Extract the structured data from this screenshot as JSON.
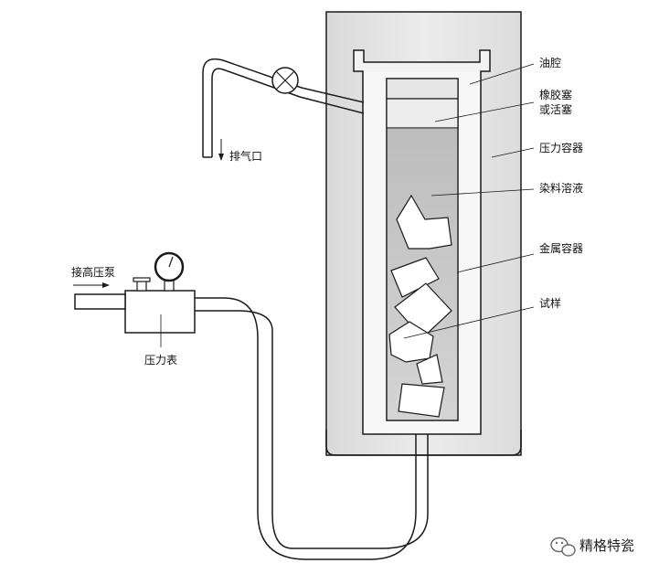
{
  "labels": {
    "exhaust": "排气口",
    "oil_cavity": "油腔",
    "rubber_plug_line1": "橡胶塞",
    "rubber_plug_line2": "或活塞",
    "pressure_vessel": "压力容器",
    "dye_solution": "染料溶液",
    "metal_container": "金属容器",
    "specimen": "试样",
    "to_pump": "接高压泵",
    "pressure_gauge": "压力表"
  },
  "watermark": {
    "icon": "wechat-icon",
    "text": "精格特瓷"
  },
  "colors": {
    "line": "#1a1a1a",
    "vessel_fill": "#e4e4e4",
    "solution_fill": "#c9c9c9",
    "cavity_fill": "#ffffff"
  }
}
